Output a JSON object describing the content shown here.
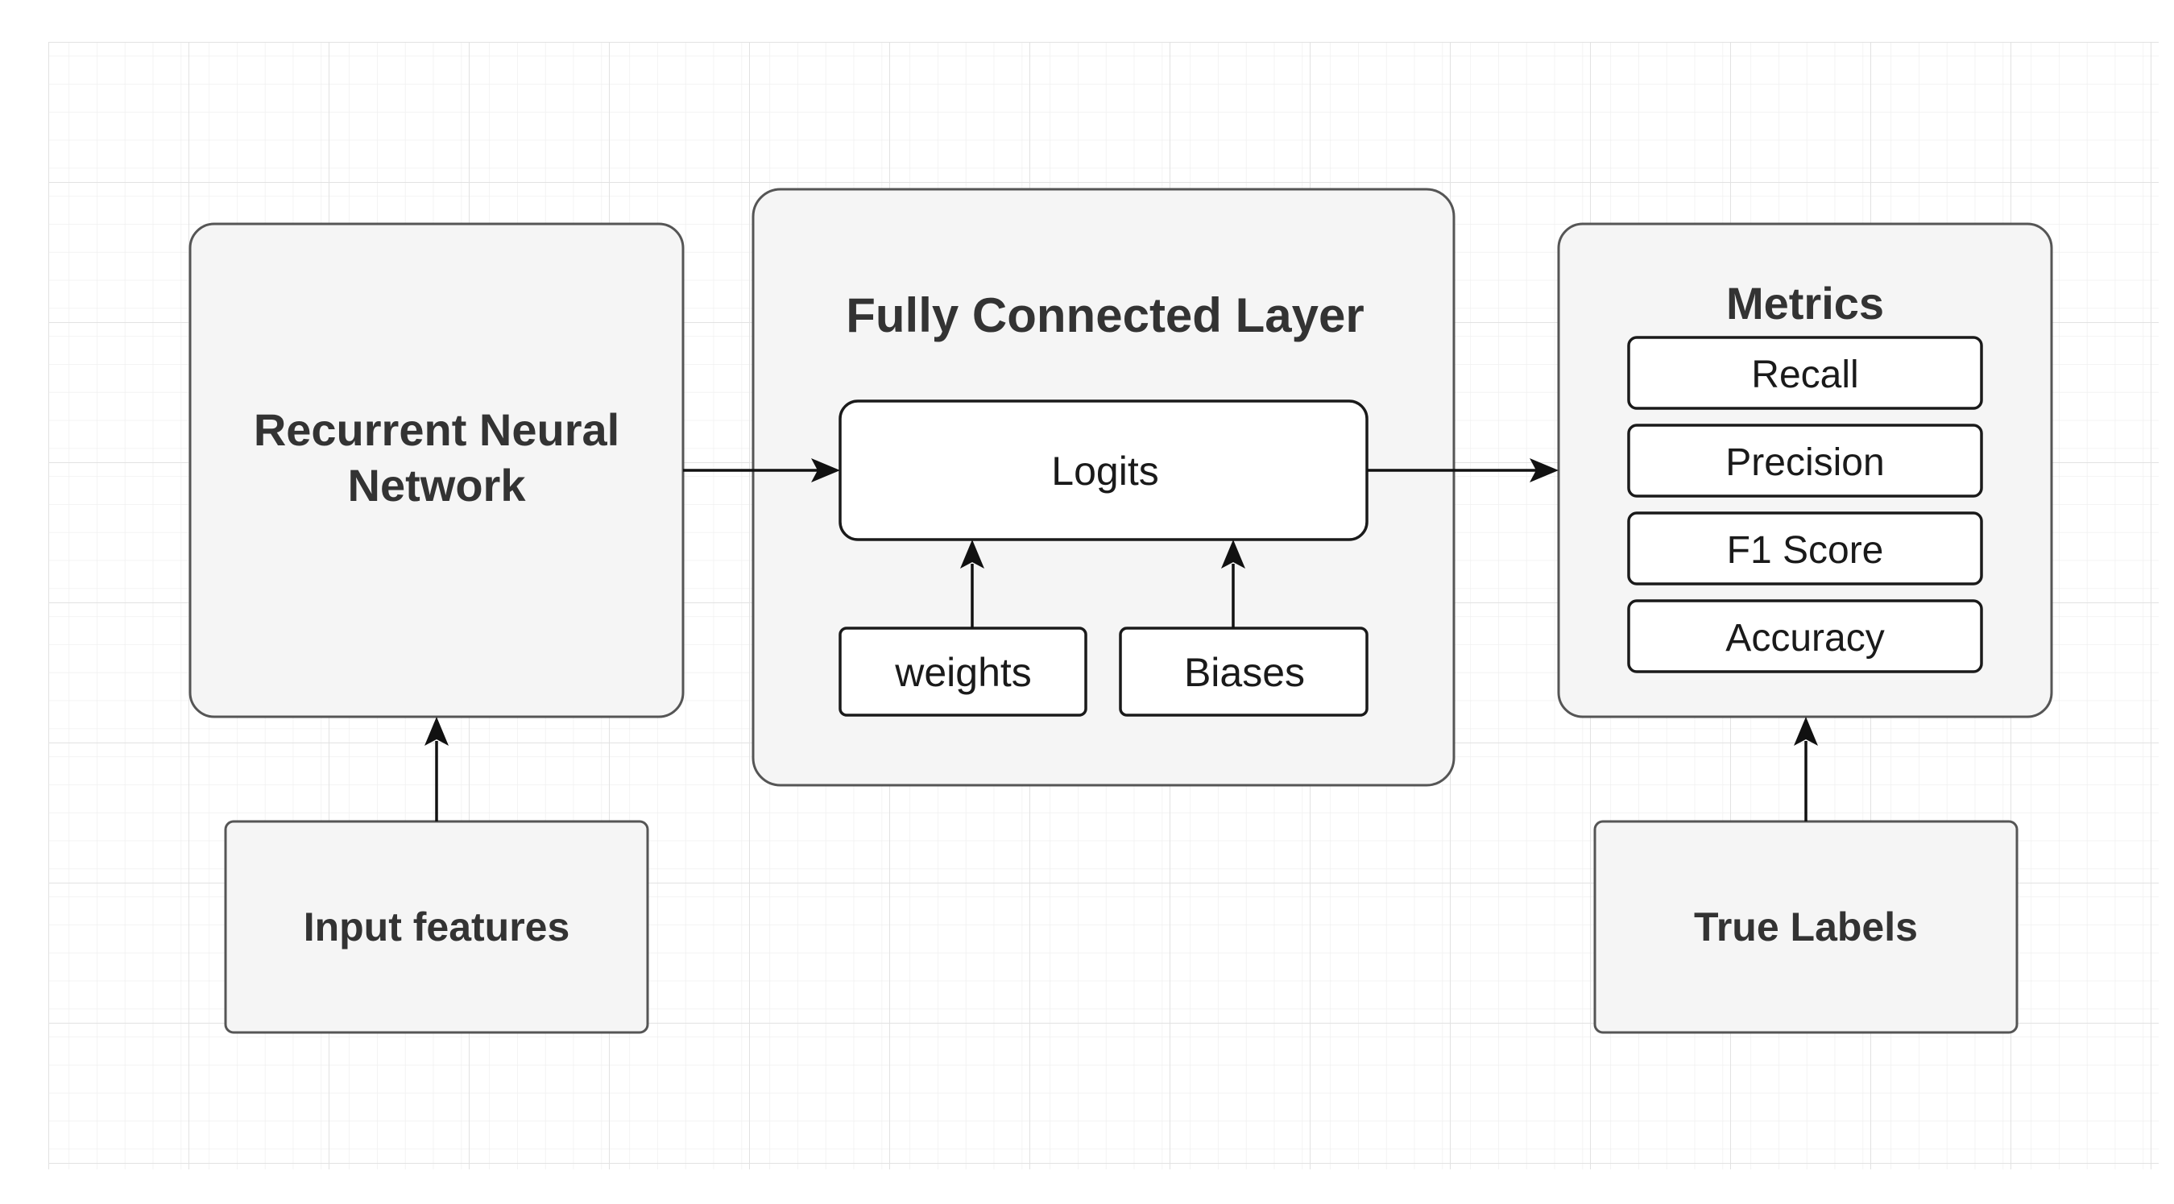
{
  "nodes": {
    "rnn": {
      "line1": "Recurrent Neural",
      "line2": "Network"
    },
    "input_features": {
      "label": "Input features"
    },
    "fully_connected": {
      "title": "Fully Connected Layer"
    },
    "logits": {
      "label": "Logits"
    },
    "weights": {
      "label": "weights"
    },
    "biases": {
      "label": "Biases"
    },
    "metrics": {
      "title": "Metrics",
      "items": [
        "Recall",
        "Precision",
        "F1 Score",
        "Accuracy"
      ]
    },
    "true_labels": {
      "label": "True Labels"
    }
  },
  "edges": [
    {
      "from": "Input features",
      "to": "Recurrent Neural Network"
    },
    {
      "from": "Recurrent Neural Network",
      "to": "Logits"
    },
    {
      "from": "weights",
      "to": "Logits"
    },
    {
      "from": "Biases",
      "to": "Logits"
    },
    {
      "from": "Logits",
      "to": "Metrics"
    },
    {
      "from": "True Labels",
      "to": "Metrics"
    }
  ],
  "colors": {
    "container_fill": "#f5f5f5",
    "container_stroke": "#555555",
    "inner_fill": "#ffffff",
    "edge": "#111111",
    "grid": "#e6e6e6"
  }
}
